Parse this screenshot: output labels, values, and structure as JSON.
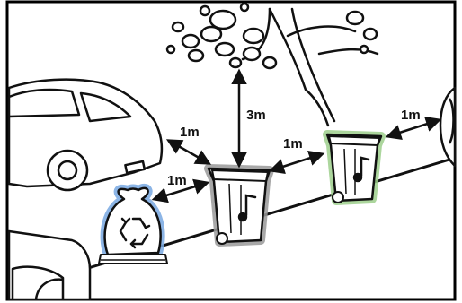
{
  "labels": {
    "car_to_bin": "1m",
    "bag_to_bin": "1m",
    "bin_to_bin": "1m",
    "bin_to_car": "1m",
    "tree_clearance": "3m"
  },
  "items": {
    "recycle_bag": {
      "color": "#79a9e2",
      "icon": "recycle-icon"
    },
    "grey_bin": {
      "color": "#9a9a9a",
      "icon": "music-note-icon"
    },
    "green_bin": {
      "color": "#9ed08d",
      "icon": "music-note-icon"
    }
  },
  "colors": {
    "outline": "#111111",
    "frame": "#000000",
    "background": "#ffffff"
  }
}
